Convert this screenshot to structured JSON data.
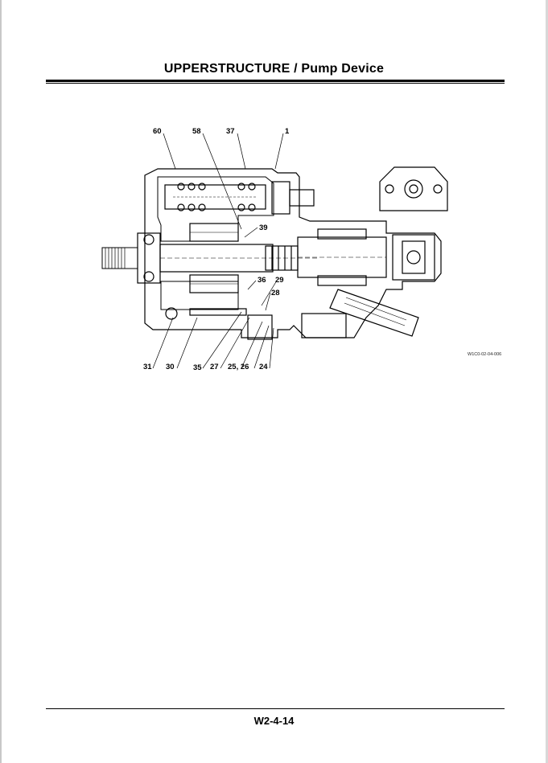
{
  "header": {
    "title": "UPPERSTRUCTURE / Pump Device"
  },
  "figure": {
    "code": "W1C0-02-04-006",
    "labels": {
      "l60": "60",
      "l58": "58",
      "l37": "37",
      "l1": "1",
      "l39": "39",
      "l36": "36",
      "l29": "29",
      "l28": "28",
      "l31": "31",
      "l30": "30",
      "l35": "35",
      "l27": "27",
      "l25_26": "25, 26",
      "l24": "24"
    }
  },
  "footer": {
    "page_number": "W2-4-14"
  }
}
